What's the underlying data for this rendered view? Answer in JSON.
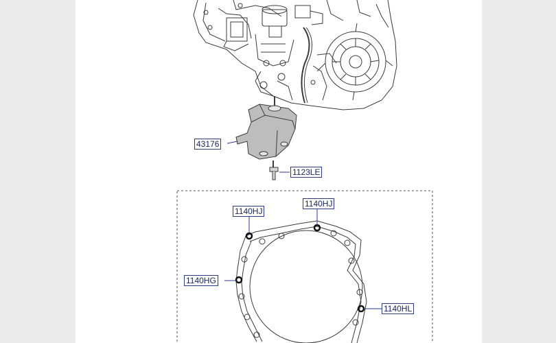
{
  "diagram": {
    "upper_assembly": {
      "part_labels": {
        "bracket": "43176",
        "bolt": "1123LE"
      }
    },
    "detail_inset": {
      "part_labels": {
        "upper_left_dowel": "1140HJ",
        "upper_right_dowel": "1140HJ",
        "left_dowel": "1140HG",
        "right_dowel": "1140HL"
      }
    },
    "colors": {
      "label_border": "#2b3a8c",
      "label_text": "#1b2560",
      "line_art": "#3a3a3a",
      "background": "#ebebeb"
    }
  }
}
